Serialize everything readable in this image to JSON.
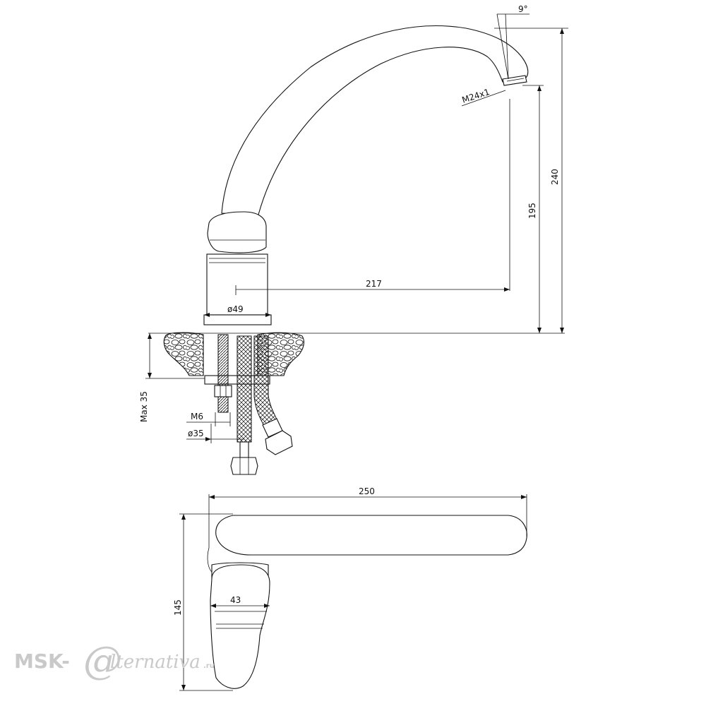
{
  "dimensions": {
    "spout_angle": "9°",
    "aerator_thread": "M24x1",
    "total_height": "240",
    "spout_height": "195",
    "spout_reach": "217",
    "body_diameter": "ø49",
    "max_counter_thickness": "Max 35",
    "stud_thread": "M6",
    "hole_diameter": "ø35",
    "plan_length": "250",
    "plan_depth": "145",
    "handle_width": "43"
  },
  "watermark": {
    "prefix": "MSK-",
    "at_symbol": "@",
    "suffix": "lternativa",
    "domain": ".ru"
  },
  "colors": {
    "line": "#111111",
    "watermark": "#c9c9c9",
    "background": "#ffffff"
  }
}
